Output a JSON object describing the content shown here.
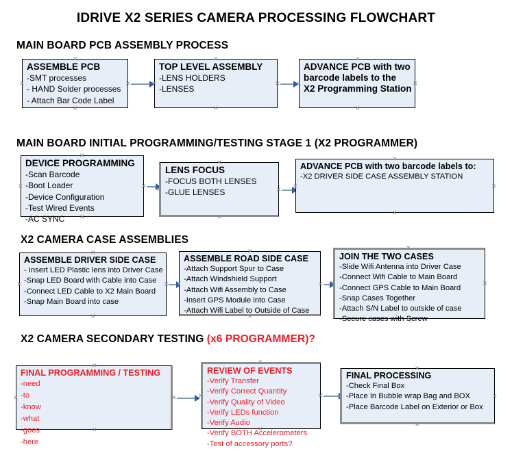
{
  "document": {
    "title": "IDRIVE X2  SERIES CAMERA PROCESSING FLOWCHART"
  },
  "sections": [
    {
      "id": "main-board-pcb-assembly-process",
      "heading": "MAIN BOARD PCB ASSEMBLY PROCESS",
      "heading_note": "",
      "boxes": [
        {
          "id": "assemble-pcb",
          "header": "ASSEMBLE PCB",
          "lines": [
            "-SMT processes",
            "- HAND Solder processes",
            "- Attach Bar Code Label"
          ]
        },
        {
          "id": "top-level-assembly",
          "header": "TOP LEVEL ASSEMBLY",
          "lines": [
            "-LENS HOLDERS",
            "-LENSES"
          ]
        },
        {
          "id": "advance-pcb-to-x2-programming-station",
          "header": "ADVANCE PCB with two",
          "lines": [
            "barcode labels to the",
            " X2 Programming Station"
          ]
        }
      ]
    },
    {
      "id": "main-board-initial-programming-testing-stage-1",
      "heading": "MAIN BOARD INITIAL PROGRAMMING/TESTING STAGE 1 (X2 PROGRAMMER)",
      "heading_note": "",
      "boxes": [
        {
          "id": "device-programming",
          "header": "DEVICE PROGRAMMING",
          "lines": [
            "-Scan Barcode",
            "-Boot Loader",
            "-Device Configuration",
            "-Test Wired Events",
            "-AC SYNC"
          ]
        },
        {
          "id": "lens-focus",
          "header": "LENS FOCUS",
          "lines": [
            "-FOCUS BOTH LENSES",
            "-GLUE LENSES"
          ]
        },
        {
          "id": "advance-pcb-to-driver-side-case-assembly",
          "header": "ADVANCE PCB with two barcode labels to:",
          "lines": [
            "-X2 DRIVER  SIDE  CASE  ASSEMBLY STATION"
          ]
        }
      ]
    },
    {
      "id": "x2-camera-case-assemblies",
      "heading": "X2 CAMERA CASE ASSEMBLIES",
      "heading_note": "",
      "boxes": [
        {
          "id": "assemble-driver-side-case",
          "header": "ASSEMBLE DRIVER SIDE CASE",
          "lines": [
            "- Insert LED Plastic lens into Driver Case",
            "-Snap LED Board with Cable into Case",
            "-Connect LED Cable to X2 Main Board",
            "-Snap Main Board into case"
          ]
        },
        {
          "id": "assemble-road-side-case",
          "header": "ASSEMBLE ROAD SIDE CASE",
          "lines": [
            "-Attach Support Spur to Case",
            "-Attach Windshield Support",
            "-Attach Wifi Assembly to Case",
            "-Insert GPS Module into Case",
            "-Attach Wifi Label to Outside of Case"
          ]
        },
        {
          "id": "join-the-two-cases",
          "header": "JOIN THE TWO CASES",
          "lines": [
            "-Slide Wifi Antenna into Driver Case",
            "-Connect Wifi Cable to Main Board",
            "-Connect GPS Cable to Main Board",
            "-Snap Cases Together",
            "-Attach S/N Label to outside of case",
            "-Secure cases with Screw"
          ]
        }
      ]
    },
    {
      "id": "x2-camera-secondary-testing",
      "heading": "X2 CAMERA SECONDARY TESTING ",
      "heading_note": "(x6 PROGRAMMER)?",
      "boxes": [
        {
          "id": "final-programming-testing",
          "header": "FINAL PROGRAMMING / TESTING",
          "lines": [
            "-need",
            "-to",
            "-know",
            "-what",
            "-goes",
            "-here"
          ]
        },
        {
          "id": "review-of-events",
          "header": "REVIEW OF EVENTS",
          "lines": [
            "-Verify Transfer",
            "-Verify Correct Quantity",
            "-Verify Quality of Video",
            "-Verify LEDs function",
            "-Verify Audio",
            "-Verify BOTH Accelerometers",
            "-Test of accessory ports?"
          ]
        },
        {
          "id": "final-processing",
          "header": "FINAL PROCESSING",
          "lines": [
            " -Check Final Box",
            "-Place In Bubble wrap Bag and BOX",
            "-Place Barcode Label on Exterior or Box"
          ]
        }
      ]
    }
  ],
  "colors": {
    "box_fill": "#e8eef8",
    "box_border": "#000000",
    "box_shadow_edge": "#8c8c8c",
    "arrow_line": "#7d9bb5",
    "arrow_head": "#2f5f9e",
    "red_text": "#ee1c25",
    "handle": "#8a8a96",
    "background": "#ffffff"
  },
  "handle_glyph": "✕"
}
